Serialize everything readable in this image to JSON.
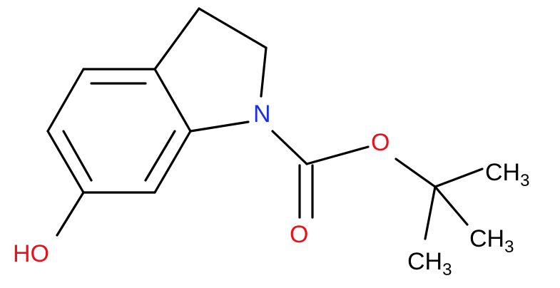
{
  "molecule": {
    "colors": {
      "bond": "#000000",
      "nitrogen": "#1a2ee8",
      "oxygen": "#e8121b",
      "carbon_label": "#000000"
    },
    "atoms": {
      "hydroxyl": {
        "element": "O",
        "label": "HO"
      },
      "ring_nitrogen": {
        "element": "N",
        "label": "N"
      },
      "ester_oxygen": {
        "element": "O",
        "label": "O"
      },
      "carbonyl_oxygen": {
        "element": "O",
        "label": "O"
      },
      "methyl_1": {
        "label": "CH",
        "subscript": "3"
      },
      "methyl_2": {
        "label": "CH",
        "subscript": "3"
      },
      "methyl_3": {
        "label": "CH",
        "subscript": "3"
      }
    }
  }
}
